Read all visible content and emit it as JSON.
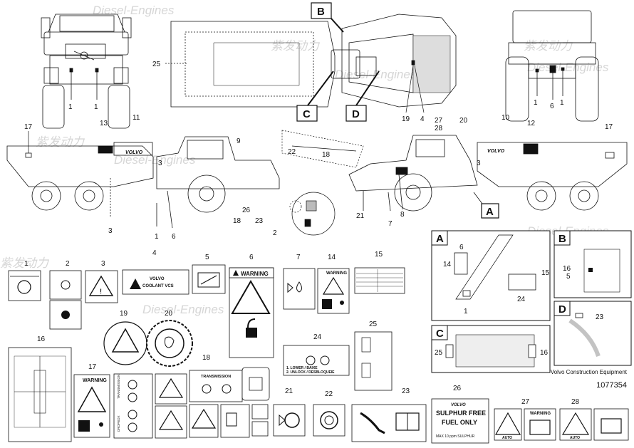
{
  "callouts": {
    "c1": "1",
    "c2": "2",
    "c3": "3",
    "c4": "4",
    "c5": "5",
    "c6": "6",
    "c7": "7",
    "c8": "8",
    "c9": "9",
    "c10": "10",
    "c11": "11",
    "c12": "12",
    "c13": "13",
    "c14": "14",
    "c15": "15",
    "c16": "16",
    "c17": "17",
    "c18": "18",
    "c19": "19",
    "c20": "20",
    "c21": "21",
    "c22": "22",
    "c23": "23",
    "c24": "24",
    "c25": "25",
    "c26": "26",
    "c27": "27",
    "c28": "28"
  },
  "view_letters": {
    "a": "A",
    "b": "B",
    "c": "C",
    "d": "D"
  },
  "brand": "VOLVO",
  "decals": {
    "d4_line1": "VOLVO",
    "d4_line2": "COOLANT VCS",
    "warning": "WARNING",
    "d18_title": "TRANSMISSION",
    "d18_side1": "TRANSMISSION",
    "d18_side2": "DROPBOX",
    "d26_line1": "SULPHUR FREE",
    "d26_line2": "FUEL ONLY",
    "d26_line3": "MAX 10 ppm SULPHUR",
    "auto": "AUTO",
    "lower": "1. LOWER / BAIXE",
    "unlock": "2. UNLOCK / DESBLOQUEIE"
  },
  "credit": {
    "line": "Volvo Construction Equipment",
    "number": "1077354"
  },
  "watermark": "Diesel-Engines",
  "watermark_cn": "紫发动力",
  "colors": {
    "line": "#111111",
    "watermark": "#d6d6d6",
    "background": "#ffffff"
  }
}
